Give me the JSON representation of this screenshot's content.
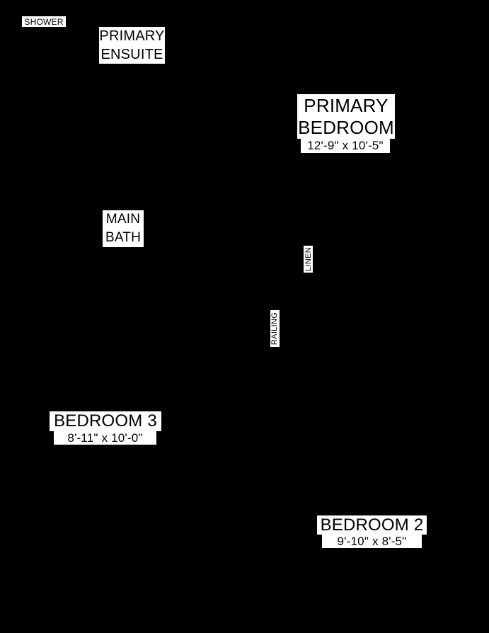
{
  "colors": {
    "background": "#000000",
    "label_background": "#ffffff",
    "label_text": "#000000"
  },
  "labels": {
    "shower": {
      "text": "SHOWER"
    },
    "primary_ensuite": {
      "line1": "PRIMARY",
      "line2": "ENSUITE"
    },
    "primary_bedroom": {
      "line1": "PRIMARY",
      "line2": "BEDROOM",
      "dims": "12'-9\" x 10'-5\""
    },
    "main_bath": {
      "line1": "MAIN",
      "line2": "BATH"
    },
    "linen": {
      "text": "LINEN"
    },
    "railing": {
      "text": "RAILING"
    },
    "bedroom3": {
      "name": "BEDROOM 3",
      "dims": "8'-11\" x 10'-0\""
    },
    "bedroom2": {
      "name": "BEDROOM 2",
      "dims": "9'-10\" x 8'-5\""
    }
  }
}
